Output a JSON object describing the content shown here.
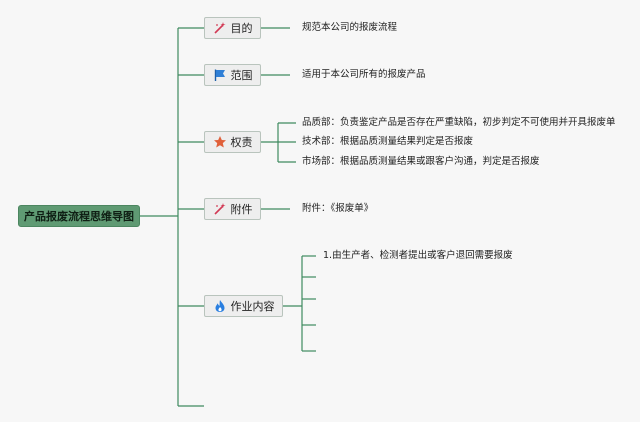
{
  "root": {
    "label": "产品报废流程思维导图"
  },
  "branches": [
    {
      "label": "目的",
      "icon": "wand-icon"
    },
    {
      "label": "范围",
      "icon": "flag-icon"
    },
    {
      "label": "权责",
      "icon": "star-icon"
    },
    {
      "label": "附件",
      "icon": "wand-icon"
    },
    {
      "label": "作业内容",
      "icon": "flame-icon"
    }
  ],
  "leaves": {
    "purpose": "规范本公司的报废流程",
    "scope": "适用于本公司所有的报废产品",
    "responsibility": [
      "品质部：负责鉴定产品是否存在严重缺陷，初步判定不可使用并开具报废单",
      "技术部：根据品质测量结果判定是否报废",
      "市场部：根据品质测量结果或跟客户沟通，判定是否报废"
    ],
    "attachment": "附件：《报废单》",
    "operation": [
      "1.由生产者、检测者提出或客户退回需要报废"
    ]
  },
  "colors": {
    "line": "#3f8a5f",
    "root_fill": "#5f9a73",
    "branch_fill": "#eeeeee",
    "flag": "#2f7fd6",
    "star": "#e0603a",
    "wand": "#d23a55",
    "flame": "#2a7fe0"
  }
}
